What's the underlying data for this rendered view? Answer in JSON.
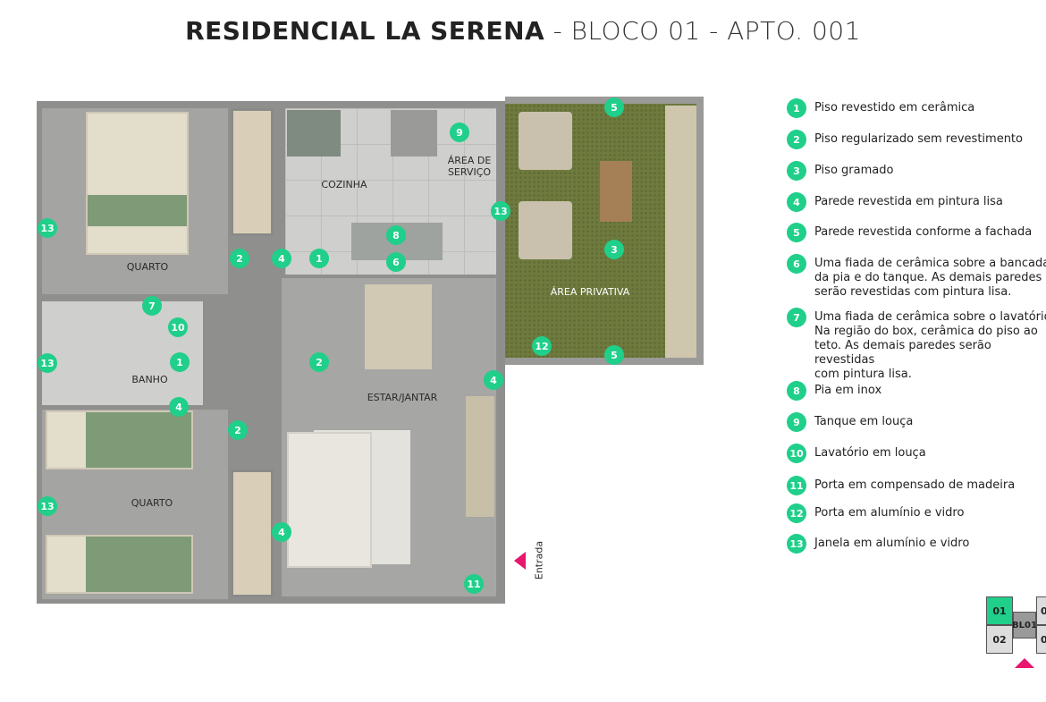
{
  "title": {
    "bold": "RESIDENCIAL LA SERENA",
    "light": " - BLOCO 01 - APTO. 001"
  },
  "rooms": {
    "quarto1": "QUARTO",
    "cozinha": "COZINHA",
    "servico": "ÁREA DE\nSERVIÇO",
    "banho": "BANHO",
    "estar": "ESTAR/JANTAR",
    "quarto2": "QUARTO",
    "privativa": "ÁREA PRIVATIVA",
    "entrada": "Entrada"
  },
  "markers": [
    "13",
    "2",
    "4",
    "1",
    "9",
    "13",
    "8",
    "6",
    "5",
    "3",
    "12",
    "5",
    "7",
    "10",
    "13",
    "1",
    "2",
    "4",
    "4",
    "2",
    "13",
    "4",
    "11"
  ],
  "legend": [
    {
      "n": "1",
      "t": "Piso revestido em cerâmica"
    },
    {
      "n": "2",
      "t": "Piso regularizado sem revestimento"
    },
    {
      "n": "3",
      "t": "Piso gramado"
    },
    {
      "n": "4",
      "t": "Parede revestida em pintura lisa"
    },
    {
      "n": "5",
      "t": "Parede revestida conforme a fachada"
    },
    {
      "n": "6",
      "t": "Uma fiada de cerâmica sobre a bancada\nda pia e do tanque. As demais paredes\nserão revestidas com pintura lisa."
    },
    {
      "n": "7",
      "t": "Uma fiada de cerâmica sobre o lavatório.\nNa região do box, cerâmica do piso ao\nteto. As demais paredes serão revestidas\ncom pintura lisa."
    },
    {
      "n": "8",
      "t": "Pia em inox"
    },
    {
      "n": "9",
      "t": "Tanque em louça"
    },
    {
      "n": "10",
      "t": "Lavatório em louça"
    },
    {
      "n": "11",
      "t": "Porta em compensado de madeira"
    },
    {
      "n": "12",
      "t": "Porta em alumínio e vidro"
    },
    {
      "n": "13",
      "t": "Janela em alumínio e vidro"
    }
  ],
  "keymap": {
    "a": "01",
    "b": "02",
    "block": "BL01",
    "c": "0",
    "d": "0"
  },
  "colors": {
    "accent": "#1fcf8a",
    "arrow": "#e8166f"
  }
}
